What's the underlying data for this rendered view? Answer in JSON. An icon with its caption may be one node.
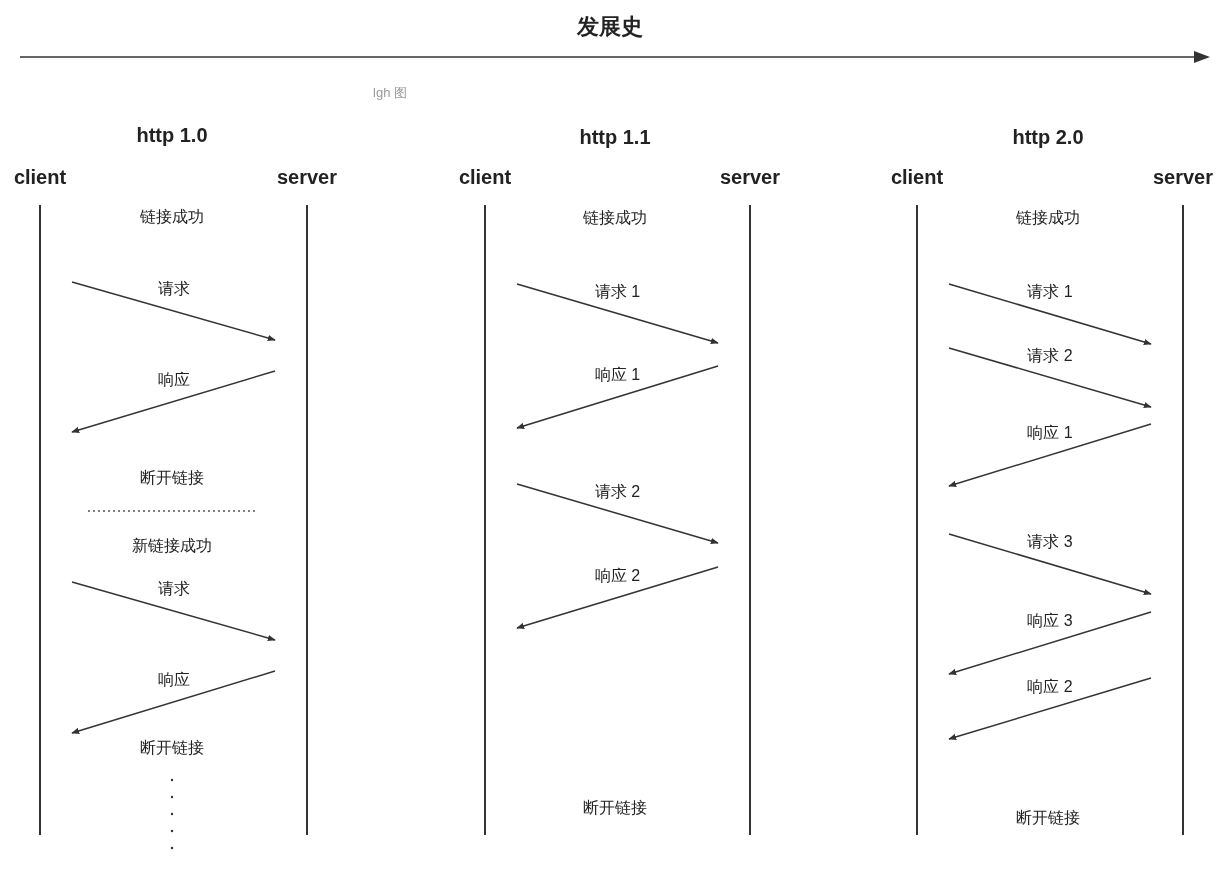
{
  "diagram": {
    "title": "发展史",
    "nodes": [
      {
        "text": [
          "client"
        ]
      },
      {
        "text": [
          "server"
        ]
      },
      {
        "text": [
          "client"
        ]
      },
      {
        "text": [
          "server"
        ]
      },
      {
        "text": [
          "client"
        ]
      },
      {
        "text": [
          "server"
        ]
      }
    ],
    "edges": [
      {
        "from": 0,
        "to": 1,
        "arrow": "to",
        "label": "请求"
      },
      {
        "from": 1,
        "to": 0,
        "arrow": "to",
        "label": "响应"
      },
      {
        "from": 0,
        "to": 1,
        "arrow": "to",
        "label": "请求"
      },
      {
        "from": 1,
        "to": 0,
        "arrow": "to",
        "label": "响应"
      },
      {
        "from": 2,
        "to": 3,
        "arrow": "to",
        "label": "请求 1"
      },
      {
        "from": 3,
        "to": 2,
        "arrow": "to",
        "label": "响应 1"
      },
      {
        "from": 2,
        "to": 3,
        "arrow": "to",
        "label": "请求 2"
      },
      {
        "from": 3,
        "to": 2,
        "arrow": "to",
        "label": "响应 2"
      },
      {
        "from": 4,
        "to": 5,
        "arrow": "to",
        "label": "请求 1"
      },
      {
        "from": 4,
        "to": 5,
        "arrow": "to",
        "label": "请求 2"
      },
      {
        "from": 5,
        "to": 4,
        "arrow": "to",
        "label": "响应 1"
      },
      {
        "from": 4,
        "to": 5,
        "arrow": "to",
        "label": "请求 3"
      },
      {
        "from": 5,
        "to": 4,
        "arrow": "to",
        "label": "响应 3"
      },
      {
        "from": 5,
        "to": 4,
        "arrow": "to",
        "label": "响应 2"
      }
    ],
    "labels": [
      "lgh 图",
      "http 1.0",
      "http 1.1",
      "http 2.0",
      "链接成功",
      "断开链接",
      "新链接成功",
      "断开链接",
      "链接成功",
      "断开链接",
      "链接成功",
      "断开链接"
    ]
  }
}
